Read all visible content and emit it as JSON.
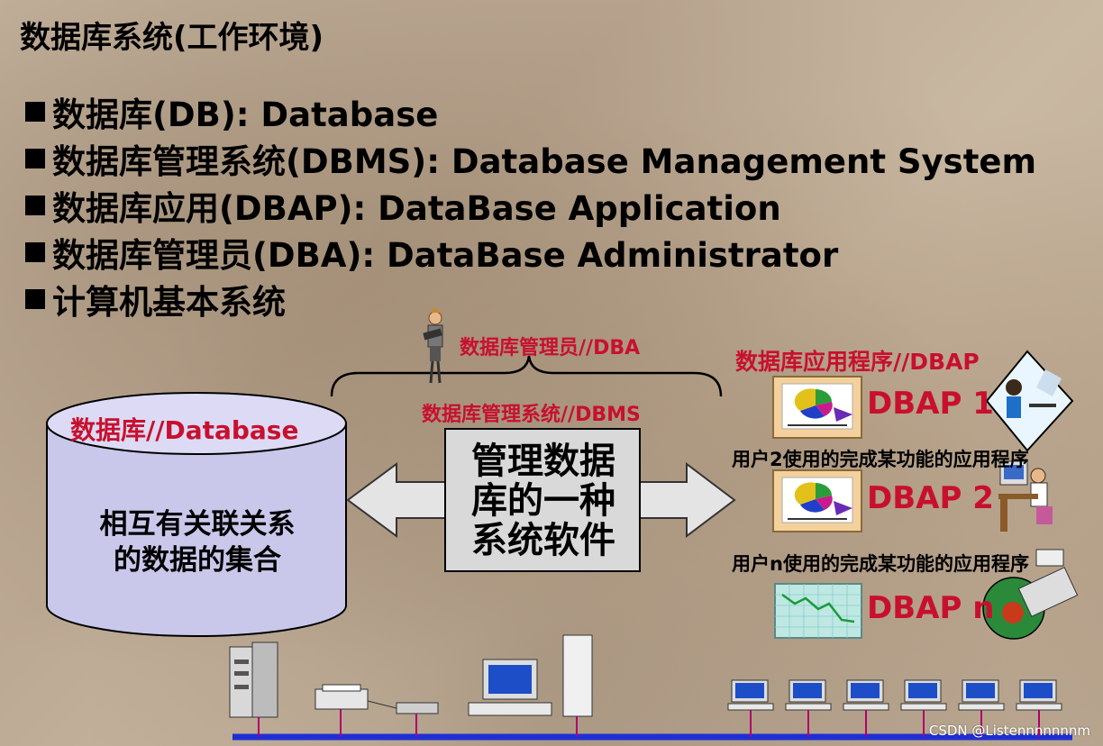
{
  "title": "数据库系统(工作环境)",
  "bullets": [
    "数据库(DB): Database",
    "数据库管理系统(DBMS): Database Management System",
    "数据库应用(DBAP): DataBase Application",
    "数据库管理员(DBA): DataBase Administrator",
    "计算机基本系统"
  ],
  "diagram": {
    "dba_label": "数据库管理员//DBA",
    "dbms_label": "数据库管理系统//DBMS",
    "dbap_header": "数据库应用程序//DBAP",
    "database_label": "数据库//Database",
    "database_desc_line1": "相互有关联关系",
    "database_desc_line2": "的数据的集合",
    "dbms_box_line1": "管理数据",
    "dbms_box_line2": "库的一种",
    "dbms_box_line3": "系统软件",
    "dbap1": "DBAP 1",
    "dbap2": "DBAP 2",
    "dbapn": "DBAP n",
    "user2_line": "用户2使用的完成某功能的应用程序",
    "usern_line": "用户n使用的完成某功能的应用程序"
  },
  "watermark": "CSDN @Listennnnnnnm",
  "colors": {
    "accent_red": "#c8102e",
    "cylinder_fill": "#c9c7ea",
    "box_fill": "#d9d9d9",
    "network_line": "#1f2fd6"
  }
}
